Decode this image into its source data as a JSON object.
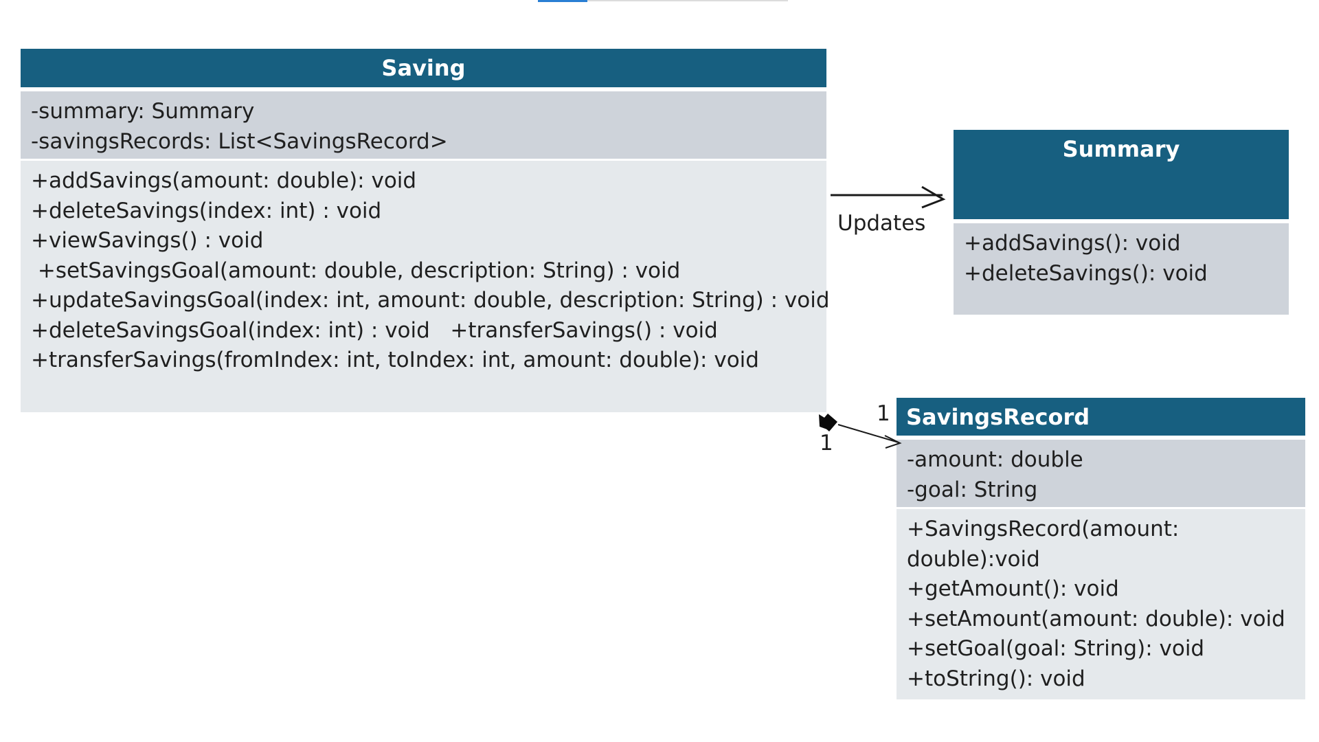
{
  "classes": {
    "saving": {
      "name": "Saving",
      "attributes": [
        "-summary: Summary",
        "-savingsRecords: List<SavingsRecord>"
      ],
      "methods": [
        "+addSavings(amount: double): void",
        "+deleteSavings(index: int) : void",
        "+viewSavings() : void",
        " +setSavingsGoal(amount: double, description: String) : void",
        "+updateSavingsGoal(index: int, amount: double, description: String) : void",
        "+deleteSavingsGoal(index: int) : void   +transferSavings() : void",
        "+transferSavings(fromIndex: int, toIndex: int, amount: double): void"
      ]
    },
    "summary": {
      "name": "Summary",
      "methods": [
        "+addSavings(): void",
        "+deleteSavings(): void"
      ]
    },
    "savings_record": {
      "name": "SavingsRecord",
      "attributes": [
        "-amount: double",
        "-goal: String"
      ],
      "methods": [
        "+SavingsRecord(amount: double):void",
        "+getAmount(): void",
        "+setAmount(amount: double): void",
        "+setGoal(goal: String): void",
        "+toString(): void"
      ]
    }
  },
  "relationships": {
    "updates": {
      "label": "Updates"
    },
    "composition": {
      "source_multiplicity": "1",
      "target_multiplicity": "1"
    }
  },
  "colors": {
    "header": "#175f80",
    "attributes_bg": "#ced3da",
    "methods_bg": "#e5e9ec",
    "line": "#1a1a1a"
  }
}
